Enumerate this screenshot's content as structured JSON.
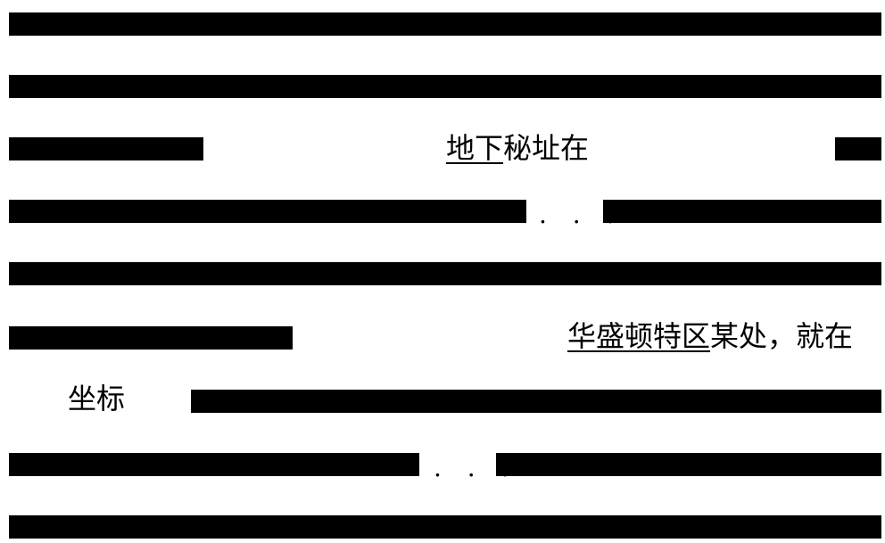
{
  "document": {
    "line3": {
      "underlined": "地下",
      "rest": "秘址在"
    },
    "line4": {
      "ellipsis": ". . ."
    },
    "line6": {
      "underlined": "华盛顿特区",
      "rest": "某处，就在"
    },
    "line7": {
      "text": "坐标"
    },
    "line8": {
      "ellipsis": ". . ."
    }
  },
  "redaction_color": "#000000",
  "background_color": "#ffffff"
}
